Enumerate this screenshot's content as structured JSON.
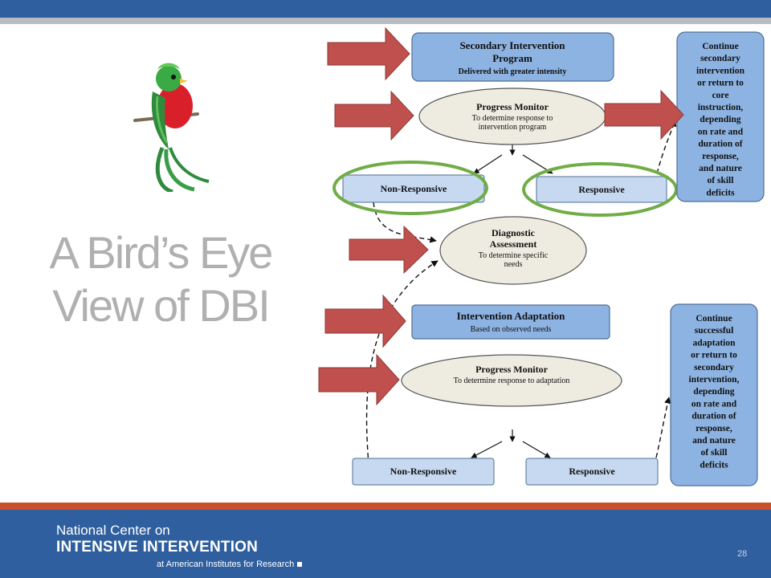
{
  "slide": {
    "title_line1": "A Bird’s Eye",
    "title_line2": "View of DBI",
    "slide_number": "28"
  },
  "footer": {
    "line1": "National Center on",
    "line2": "INTENSIVE INTERVENTION",
    "line3": "at American Institutes for Research"
  },
  "diagram": {
    "secondary": {
      "line1": "Secondary Intervention",
      "line2": "Program",
      "line3": "Delivered with greater intensity"
    },
    "pm1": {
      "title": "Progress Monitor",
      "line1": "To determine response to",
      "line2": "intervention program"
    },
    "nonresp1": "Non-Responsive",
    "resp1": "Responsive",
    "continue1": [
      "Continue",
      "secondary",
      "intervention",
      "or return to",
      "core",
      "instruction,",
      "depending",
      "on rate and",
      "duration of",
      "response,",
      "and nature",
      "of skill",
      "deficits"
    ],
    "diag": {
      "line1": "Diagnostic",
      "line2": "Assessment",
      "line3": "To determine specific",
      "line4": "needs"
    },
    "adapt": {
      "title": "Intervention  Adaptation",
      "subtitle": "Based on observed needs"
    },
    "pm2": {
      "title": "Progress Monitor",
      "line1": "To determine response to adaptation"
    },
    "nonresp2": "Non-Responsive",
    "resp2": "Responsive",
    "continue2": [
      "Continue",
      "successful",
      "adaptation",
      "or return to",
      "secondary",
      "intervention,",
      "depending",
      "on rate and",
      "duration of",
      "response,",
      "and nature",
      "of skill",
      "deficits"
    ]
  },
  "colors": {
    "header_blue": "#2f5f9e",
    "footer_orange": "#c8502a",
    "box_blue": "#8db3e2",
    "box_light": "#c6d9f1",
    "ellipse_fill": "#eeece1",
    "arrow_red": "#c0504d",
    "highlight_green": "#70ad47"
  }
}
